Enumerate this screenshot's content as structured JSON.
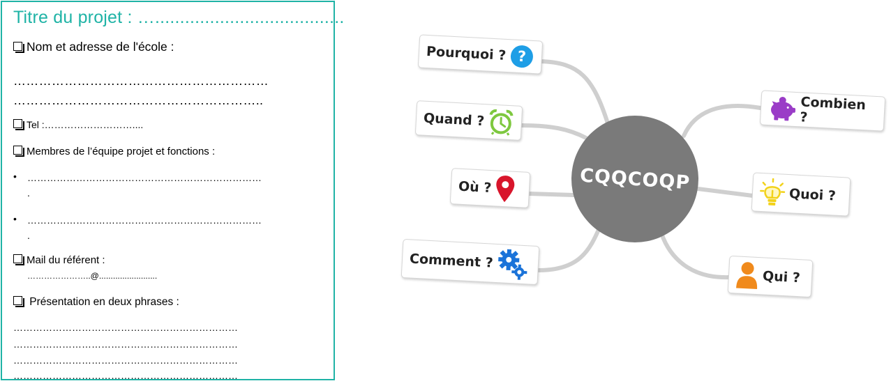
{
  "form": {
    "title": "Titre du projet : …......................................",
    "school_label": "Nom et adresse de l'école :",
    "school_line1": "……………………………………………………",
    "school_line2": "…………………………………………………..",
    "tel": "Tel :………………………....",
    "team_label": "Membres de l’équipe projet et fonctions :",
    "bullet_char": "•",
    "team_line1": "………………………………………………………………",
    "team_line1_tail": ".",
    "team_line2": "………………………………………………………………",
    "team_line2_tail": ".",
    "mail_label": "Mail  du référent :",
    "mail_line": "…………………..@.........................",
    "presentation_label": " Présentation en deux phrases :",
    "presentation_lines": [
      "……………………………………………………………",
      "……………………………………………………………",
      "……………………………………………………………",
      "……………………………………………………………"
    ]
  },
  "mindmap": {
    "center": "CQQCOQP",
    "nodes": {
      "pourquoi": "Pourquoi ?",
      "quand": "Quand ?",
      "ou": "Où ?",
      "comment": "Comment ?",
      "combien": "Combien ?",
      "quoi": "Quoi ?",
      "qui": "Qui ?"
    },
    "icons": {
      "pourquoi": "question-icon",
      "quand": "alarm-clock-icon",
      "ou": "map-pin-icon",
      "comment": "gears-icon",
      "combien": "piggy-bank-icon",
      "quoi": "lightbulb-icon",
      "qui": "person-icon"
    },
    "colors": {
      "center": "#7a7a7a",
      "question": "#1e9ee6",
      "clock": "#7ec83f",
      "pin": "#d8152b",
      "gears": "#1a73d9",
      "piggy": "#9a3cc7",
      "bulb": "#f2d21a",
      "person": "#f08a1c",
      "frame": "#1fb3a6"
    }
  }
}
